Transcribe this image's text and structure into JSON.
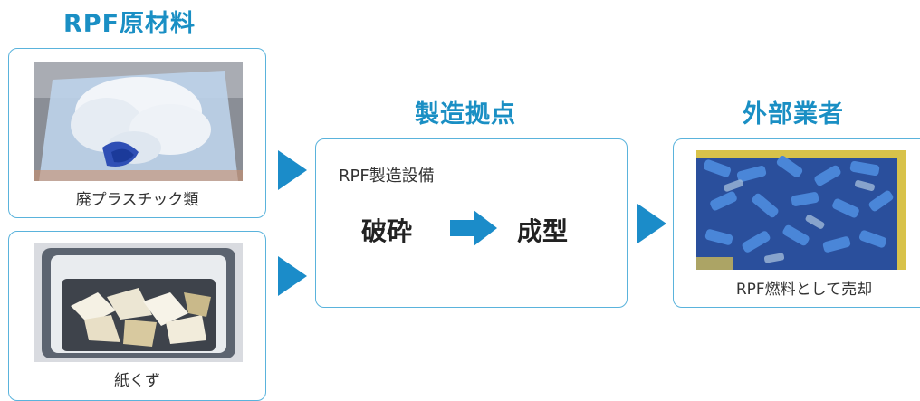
{
  "columns": {
    "raw_materials": {
      "heading": "RPF原材料",
      "items": [
        {
          "caption": "廃プラスチック類"
        },
        {
          "caption": "紙くず"
        }
      ]
    },
    "manufacturing": {
      "heading": "製造拠点",
      "equipment_label": "RPF製造設備",
      "step_from": "破砕",
      "step_to": "成型"
    },
    "external": {
      "heading": "外部業者",
      "caption": "RPF燃料として売却"
    }
  },
  "colors": {
    "accent": "#1a8fc4",
    "arrow": "#1b8cc9",
    "border": "#5ab3dc"
  }
}
